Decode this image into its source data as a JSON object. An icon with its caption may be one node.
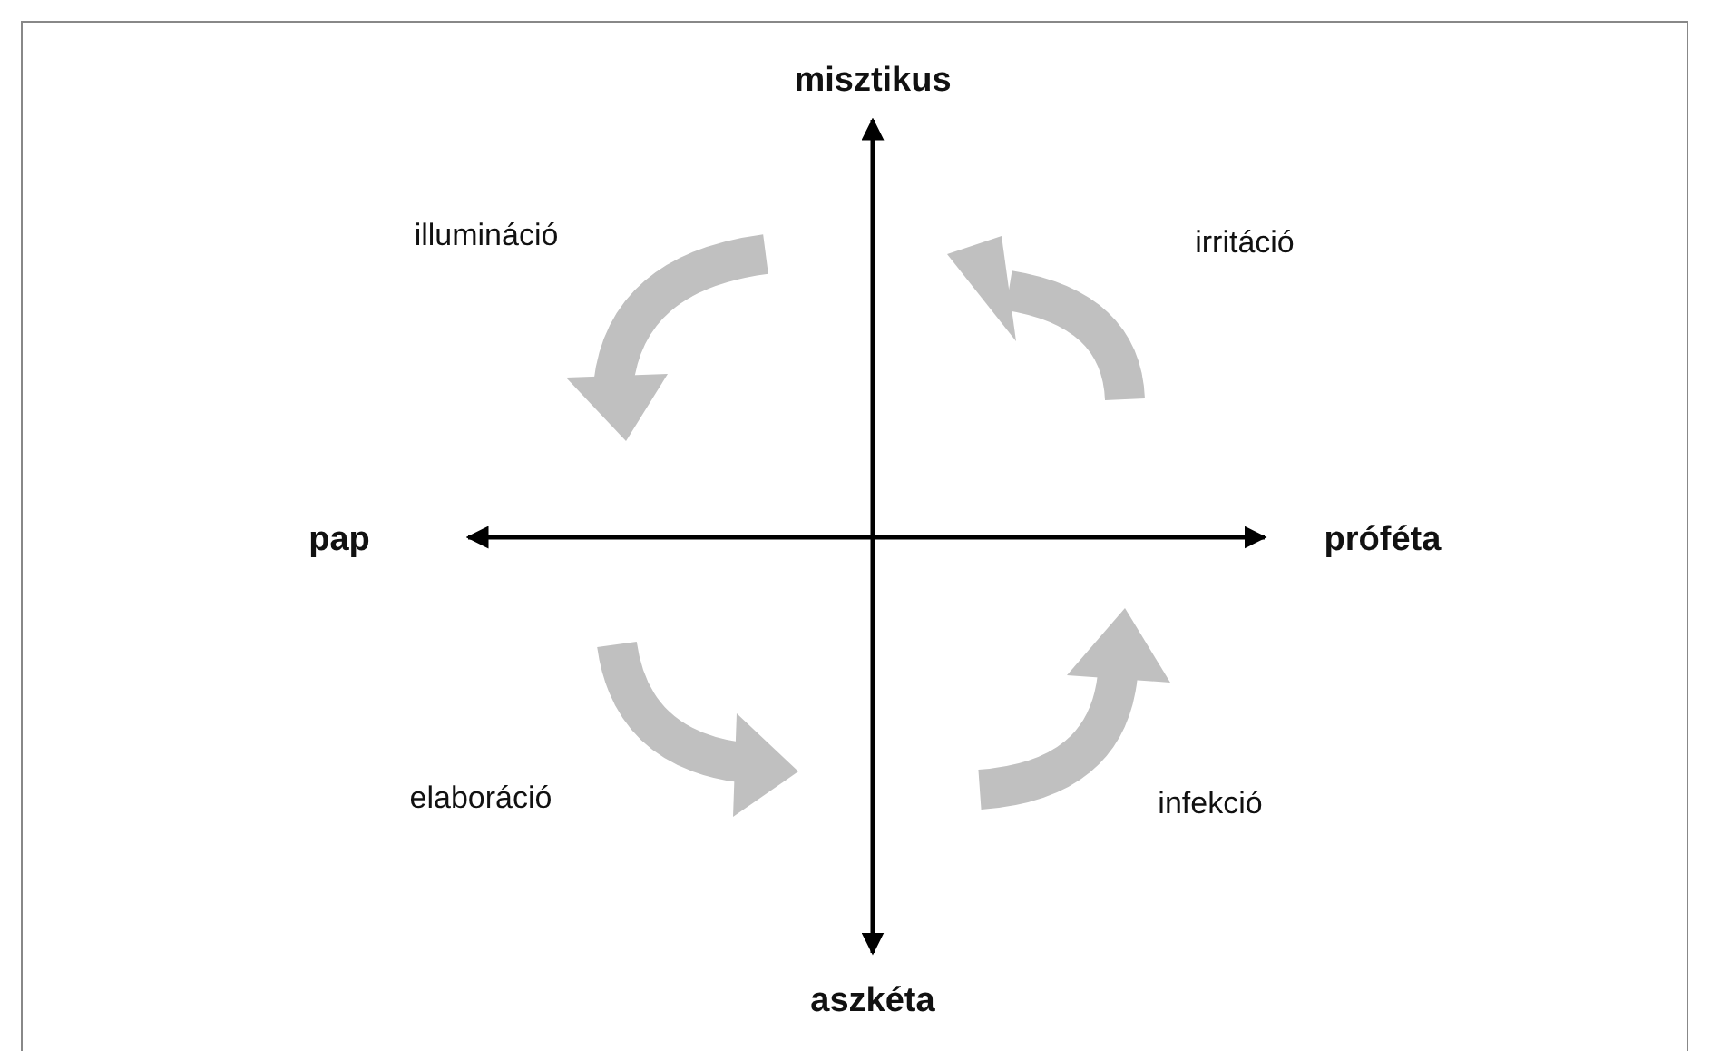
{
  "diagram": {
    "labels": [
      "misztikus",
      "illumináció",
      "irritáció",
      "pap",
      "próféta",
      "elaboráció",
      "infekció",
      "aszkéta"
    ]
  }
}
